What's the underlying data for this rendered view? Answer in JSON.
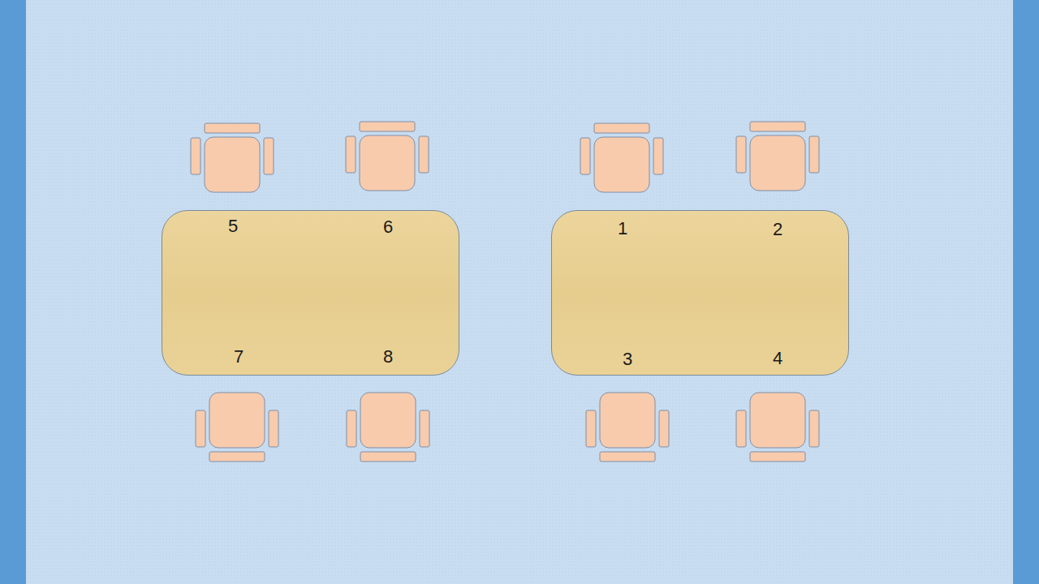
{
  "diagram": {
    "nodes": [
      {
        "text": [
          "5",
          "6",
          "7",
          "8"
        ]
      },
      {
        "text": [
          "1",
          "2",
          "3",
          "4"
        ]
      }
    ]
  }
}
